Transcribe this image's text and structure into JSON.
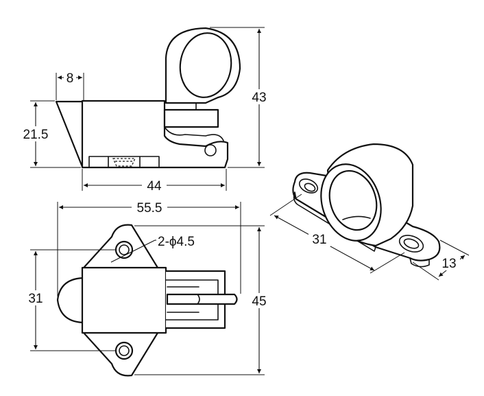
{
  "dimensions": {
    "tongue_length": "8",
    "side_height": "21.5",
    "base_length": "44",
    "overall_height": "43",
    "overall_length": "55.5",
    "hole_callout": "2-ϕ4.5",
    "mount_width": "31",
    "overall_width": "45",
    "iso_length": "31",
    "iso_width": "13"
  }
}
